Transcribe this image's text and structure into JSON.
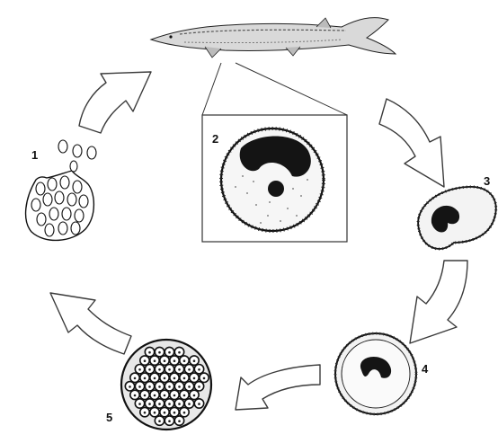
{
  "stage_labels": [
    "1",
    "2",
    "3",
    "4",
    "5"
  ],
  "colors": {
    "ink": "#1a1a1a",
    "paper": "#ffffff",
    "arrow_fill": "#ffffff",
    "arrow_stroke": "#3a3a3a",
    "nucleus": "#141414"
  }
}
